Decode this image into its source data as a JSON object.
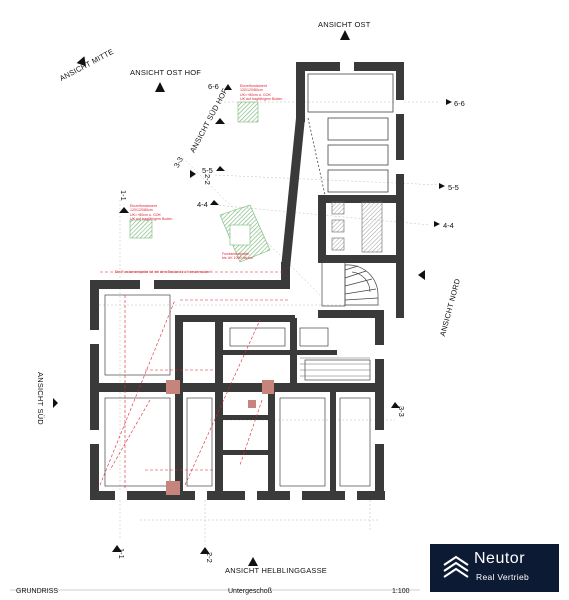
{
  "views": {
    "ost": "ANSICHT OST",
    "mitte": "ANSICHT MITTE",
    "ost_hof": "ANSICHT OST HOF",
    "sued_hof": "ANSICHT SÜD HOF",
    "nord": "ANSICHT NORD",
    "sued": "ANSICHT SÜD",
    "helblinggasse": "ANSICHT HELBLINGGASSE"
  },
  "sections": {
    "s66_left": "6-6",
    "s66_right": "6-6",
    "s55_left": "5-5",
    "s55_right": "5-5",
    "s44_left": "4-4",
    "s44_right": "4-4",
    "s33_left": "3-3",
    "s33_right": "3-3",
    "s22_top": "2-2",
    "s22_bottom": "2-2",
    "s11_top": "1-1",
    "s11_bottom": "1-1"
  },
  "notes": {
    "note_a": [
      "Einzelfundament",
      "120/120/80cm",
      "UK=+80cm u. GOK",
      "UK auf tragfähigem Boden"
    ],
    "note_b": [
      "Einzelfundament",
      "120/120/80cm",
      "UK=+80cm u. GOK",
      "UK auf tragfähigem Boden"
    ],
    "note_c": [
      "Fundamentplatte",
      "bis UK 1000 bis cm"
    ],
    "note_d": "Die Fundamentplatte ist mit dem Bestand zu \"verschmolzen\""
  },
  "footer": {
    "left": "GRUNDRISS",
    "center": "Untergeschoß",
    "scale": "1:100"
  },
  "logo": {
    "name": "Neutor",
    "tagline": "Real Vertrieb"
  },
  "colors": {
    "wall": "#3a3a3a",
    "column_highlight": "#c7847c",
    "annotation": "#d23",
    "hatch_green": "#8bc58a",
    "logo_bg": "#0c1a33"
  }
}
